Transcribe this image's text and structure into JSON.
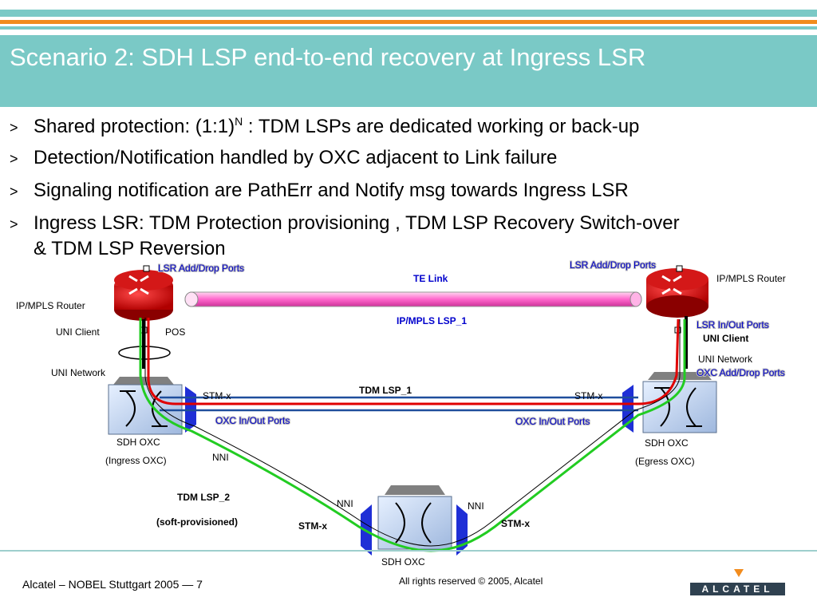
{
  "slide": {
    "title": "Scenario 2: SDH LSP end-to-end recovery at Ingress LSR",
    "bullets": [
      {
        "marker": ">",
        "text": "Shared protection: (1:1)",
        "sup": "N",
        "rest": " : TDM LSPs are dedicated working or back-up"
      },
      {
        "marker": ">",
        "text": "Detection/Notification handled by OXC adjacent to Link failure"
      },
      {
        "marker": ">",
        "text": "Signaling notification are PathErr and Notify msg towards Ingress LSR"
      },
      {
        "marker": ">",
        "text": "Ingress LSR: TDM Protection provisioning , TDM LSP Recovery Switch-over",
        "continuation": "& TDM LSP Reversion"
      }
    ],
    "colors": {
      "title_bar": "#7ac9c6",
      "accent_orange": "#f28c1e",
      "te_link": "#ff66cc",
      "tdm_lsp_1": "#e00000",
      "tdm_lsp_2": "#22cc22",
      "ip_mpls_lsp": "#1f4e9c",
      "label_blue": "#0000cc"
    }
  },
  "diagram": {
    "left": {
      "router_label": "IP/MPLS Router",
      "lsr_ports": "LSR Add/Drop Ports",
      "uni_client": "UNI Client",
      "pos": "POS",
      "uni_network": "UNI Network",
      "oxc_label": "SDH OXC",
      "oxc_role": "(Ingress OXC)",
      "stm": "STM-x",
      "oxc_ports": "OXC In/Out Ports",
      "nni": "NNI"
    },
    "right": {
      "router_label": "IP/MPLS Router",
      "lsr_ports": "LSR Add/Drop Ports",
      "lsr_inout": "LSR In/Out Ports",
      "uni_client": "UNI Client",
      "uni_network": "UNI Network",
      "oxc_add_drop": "OXC Add/Drop Ports",
      "oxc_label": "SDH OXC",
      "oxc_role": "(Egress OXC)",
      "stm": "STM-x",
      "oxc_ports": "OXC In/Out Ports"
    },
    "bottom": {
      "oxc_label": "SDH OXC",
      "nni_left": "NNI",
      "nni_right": "NNI",
      "stm_left": "STM-x",
      "stm_right": "STM-x"
    },
    "te_link": "TE Link",
    "ip_mpls_lsp": "IP/MPLS LSP_1",
    "tdm_lsp_1": "TDM LSP_1",
    "tdm_lsp_2": "TDM LSP_2",
    "tdm_lsp_2_note": "(soft-provisioned)"
  },
  "footer": {
    "left": "Alcatel – NOBEL Stuttgart 2005 — 7",
    "center": "All rights reserved © 2005, Alcatel",
    "logo": "ALCATEL"
  }
}
